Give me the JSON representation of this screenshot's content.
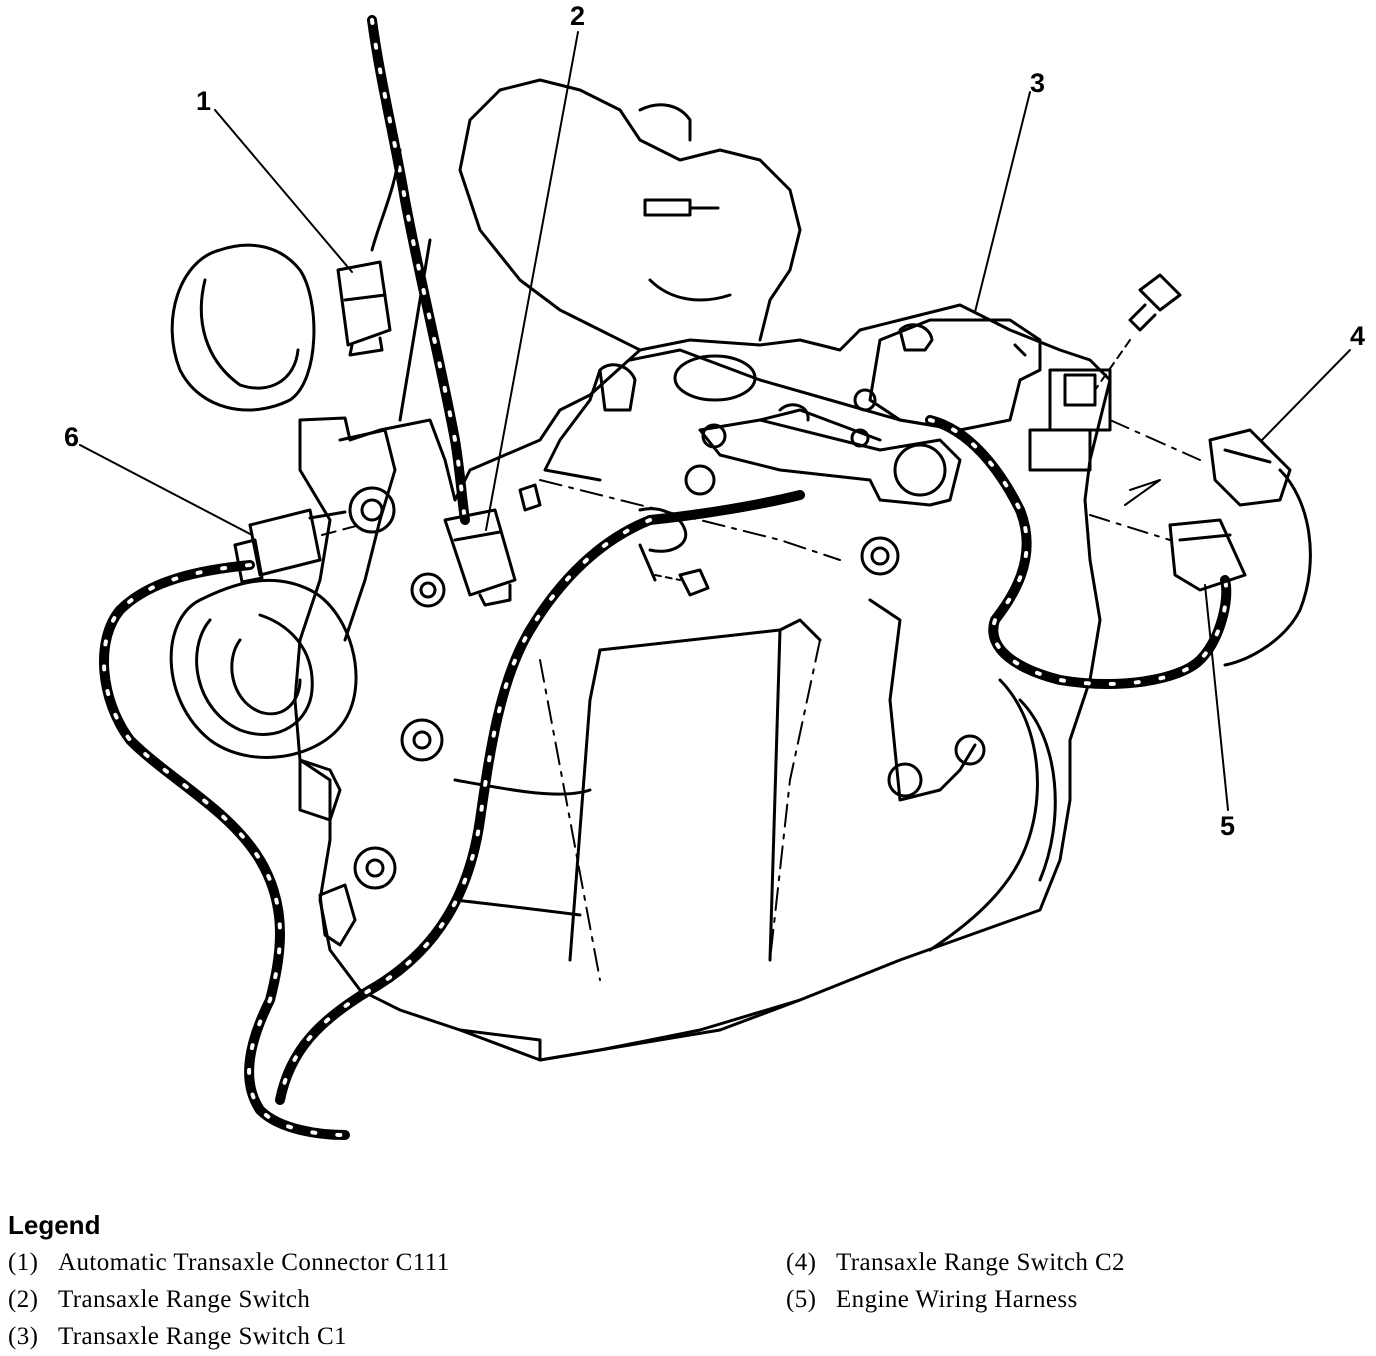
{
  "callouts": [
    "1",
    "2",
    "3",
    "4",
    "5",
    "6"
  ],
  "legend": {
    "title": "Legend",
    "items": [
      {
        "num": "(1)",
        "label": "Automatic Transaxle Connector C111"
      },
      {
        "num": "(2)",
        "label": "Transaxle Range Switch"
      },
      {
        "num": "(3)",
        "label": "Transaxle Range Switch C1"
      },
      {
        "num": "(4)",
        "label": "Transaxle Range Switch C2"
      },
      {
        "num": "(5)",
        "label": "Engine Wiring Harness"
      }
    ]
  }
}
